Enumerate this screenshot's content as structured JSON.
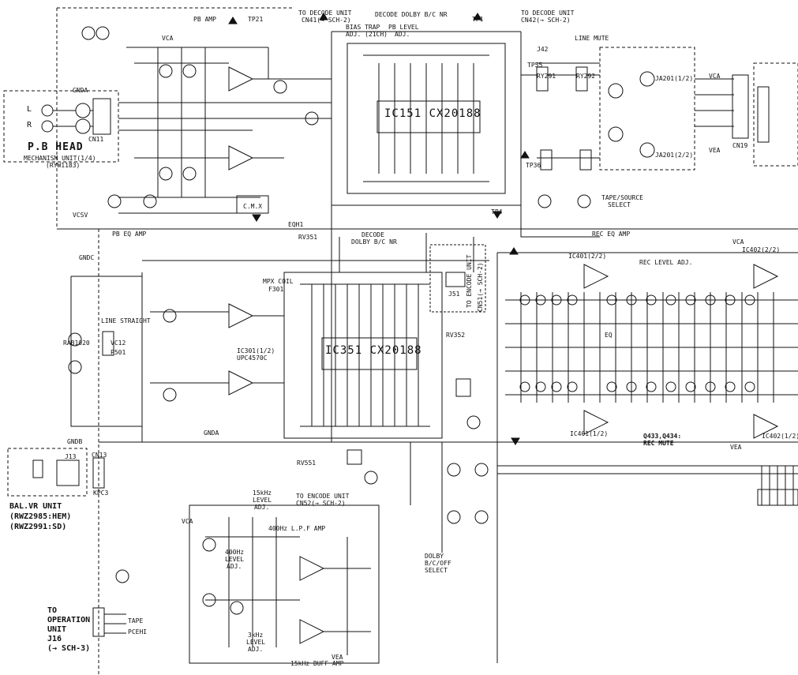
{
  "title_top": {
    "to_decode_unit_cn41": "TO DECODE UNIT",
    "cn41_sch": "CN41(→ SCH-2)",
    "decode_dolby_bc_nr_top": "DECODE DOLBY B/C NR",
    "to_decode_unit_cn42": "TO DECODE UNIT",
    "cn42_sch": "CN42(→ SCH-2)"
  },
  "labels": {
    "pb_amp": "PB AMP",
    "bias_trap": "BIAS TRAP",
    "bias_trap_adj": "ADJ. (21CH)",
    "pb_level": "PB LEVEL",
    "pb_level_adj": "ADJ.",
    "line_mute": "LINE MUTE",
    "pb_head": "P.B HEAD",
    "mechanism_unit": "MECHANISM UNIT(1/4)",
    "mechanism_model": "(RYW1183)",
    "cn11": "CN11",
    "tape_source": "TAPE/SOURCE",
    "tape_source_select": "SELECT",
    "pb_eq_amp": "PB EQ AMP",
    "decode_dolby_bc_nr_mid": "DECODE",
    "decode_dolby_bc_nr_mid2": "DOLBY B/C NR",
    "to_encode_unit_cn51": "TO ENCODE UNIT",
    "cn51_sch": "CN51(→ SCH-2)",
    "rec_eq_amp": "REC EQ AMP",
    "rec_level_adj": "REC LEVEL ADJ.",
    "mpx_coil": "MPX COIL",
    "line_straight": "LINE STRAIGHT",
    "eq": "EQ",
    "rec_mute_q": "Q433,Q434:",
    "rec_mute": "REC MUTE",
    "bal_vr_unit": "BAL.VR UNIT",
    "bal_vr_hem": "(RWZ2985:HEM)",
    "bal_vr_sd": "(RWZ2991:SD)",
    "khz15_level": "15kHz",
    "khz15_level2": "LEVEL",
    "khz15_level3": "ADJ.",
    "to_encode_unit_cn52": "TO ENCODE UNIT",
    "cn52_sch": "CN52(→ SCH-2)",
    "hz400_lpf_amp": "400Hz L.P.F AMP",
    "hz400_level": "400Hz",
    "hz400_level2": "LEVEL",
    "hz400_level3": "ADJ.",
    "khz3_level": "3kHz",
    "khz3_level2": "LEVEL",
    "khz3_level3": "ADJ.",
    "khz15_buff_amp": "15kHz BUFF AMP",
    "dolby_bc_off": "DOLBY",
    "dolby_bc_off2": "B/C/OFF",
    "dolby_bc_off3": "SELECT",
    "to_operation_unit": "TO",
    "to_operation_unit2": "OPERATION",
    "to_operation_unit3": "UNIT",
    "to_operation_unit4": "J16",
    "to_operation_unit5": "(→ SCH-3)",
    "tape": "TAPE",
    "pcehi": "PCEHI",
    "cn13": "CN13",
    "j13": "J13",
    "kpc3": "KPC3",
    "ic151": "IC151 CX20188",
    "ic351": "IC351 CX20188",
    "ic401_12": "IC401(1/2)",
    "ic401_22": "IC401(2/2)",
    "ic402_22": "IC402(2/2)",
    "ic402_12": "IC402(1/2)",
    "ja201_12": "JA201(1/2)",
    "ja201_22": "JA201(2/2)",
    "rec_level_adj2": "RY291",
    "vca": "VCA",
    "vea": "VEA",
    "gnda": "GNDA",
    "gndc": "GNDC",
    "tp21": "TP21",
    "tp1": "TP1",
    "tp4": "TP4",
    "tp55": "TP55",
    "tp36": "TP36",
    "j42": "J42",
    "j51": "J51",
    "cn19": "CN19",
    "eqh1": "EQH1",
    "cmx": "C.M.X",
    "l_ch": "L",
    "r_ch": "R",
    "ry291": "RY291",
    "ry292": "RY292",
    "rv351": "RV351",
    "rv551": "RV551",
    "rv352": "RV352",
    "vr": "VCSV",
    "vc12": "VC12",
    "p501": "P501",
    "f301": "F301",
    "rab1020": "RAB1020",
    "ic301": "IC301(1/2)",
    "ic301b": "UPC4570C",
    "gndb": "GNDB"
  }
}
